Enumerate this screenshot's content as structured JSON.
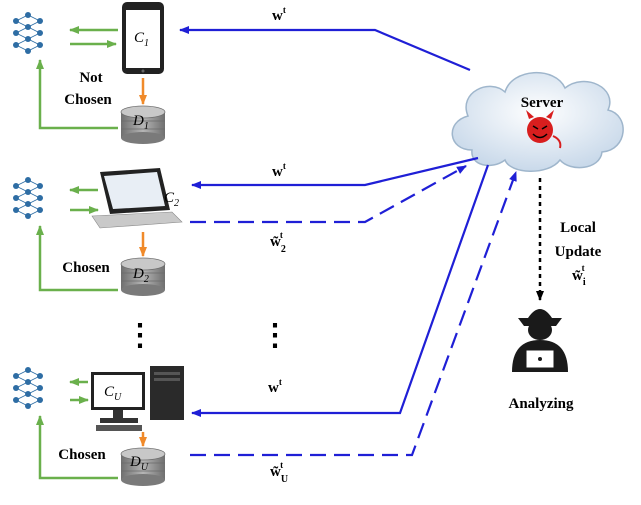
{
  "server": {
    "label": "Server"
  },
  "clients": [
    {
      "device_label": "C",
      "device_sub": "1",
      "data_label": "D",
      "data_sub": "1",
      "status": "Not\nChosen"
    },
    {
      "device_label": "C",
      "device_sub": "2",
      "data_label": "D",
      "data_sub": "2",
      "status": "Chosen"
    },
    {
      "device_label": "C",
      "device_sub": "U",
      "data_label": "D",
      "data_sub": "U",
      "status": "Chosen"
    }
  ],
  "links": {
    "global_model": "w",
    "global_sup": "t",
    "upload_2": "w̃",
    "upload_2_sub": "2",
    "upload_2_sup": "t",
    "upload_u": "w̃",
    "upload_u_sub": "U",
    "upload_u_sup": "t"
  },
  "attacker": {
    "local_line1": "Local",
    "local_line2": "Update",
    "local_var": "w̃",
    "local_sub": "i",
    "local_sup": "t",
    "caption": "Analyzing"
  },
  "ellipsis": "⋮",
  "colors": {
    "blue": "#1f1fd6",
    "green": "#6ab04c",
    "orange": "#f08a2a",
    "disk": "#8c8c8c",
    "cloud": "#dfe9f3",
    "net_blue": "#2e6da4"
  }
}
